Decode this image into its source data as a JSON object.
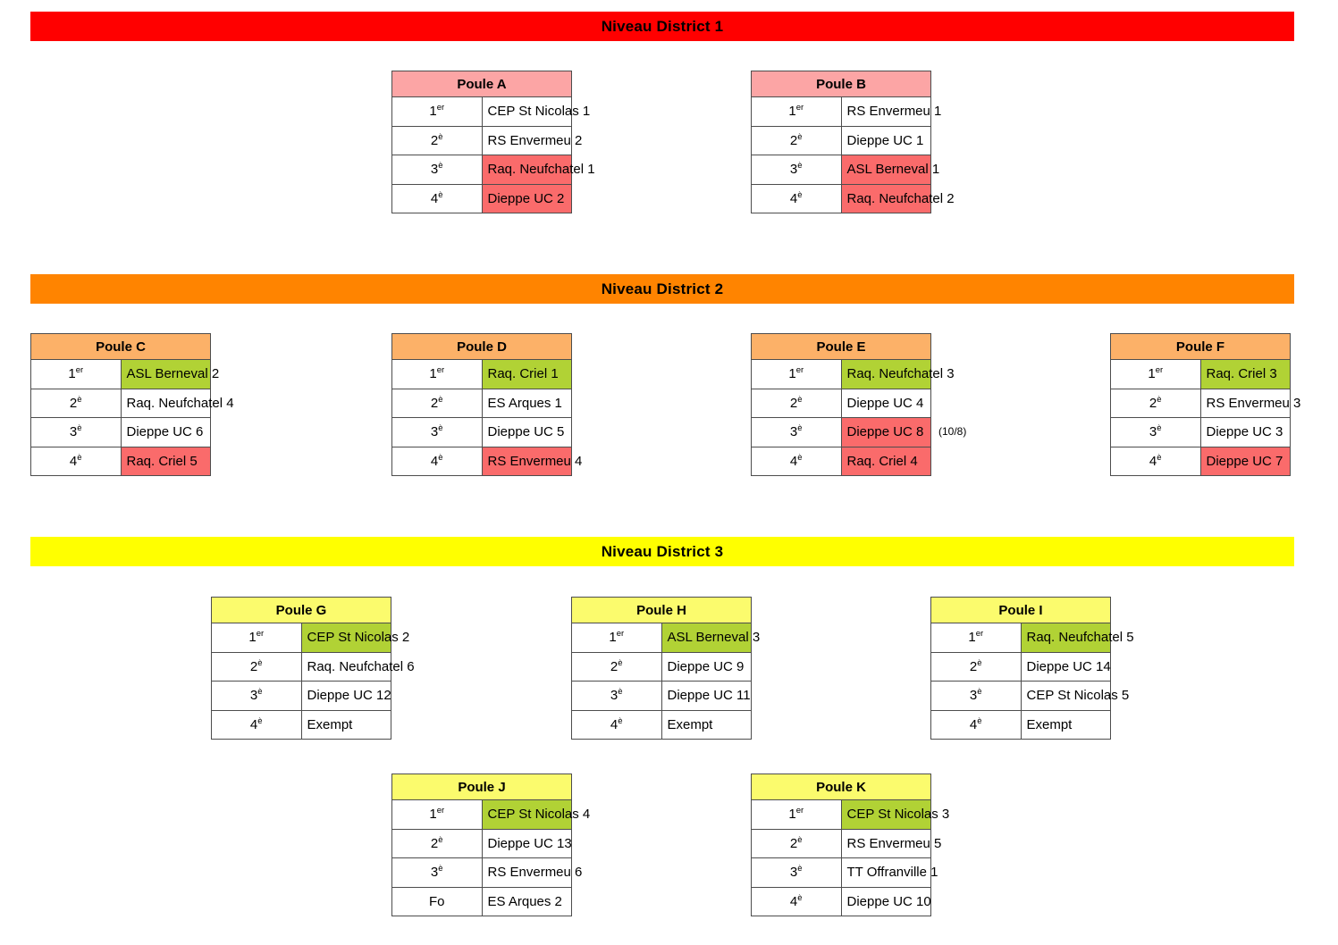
{
  "page": {
    "title": "Classements des poules - Districts 1 / 2 / 3"
  },
  "levels": [
    {
      "id": "district-1",
      "label": "Niveau District 1",
      "color": "#FF0000",
      "header_fill": "#FCA5A5"
    },
    {
      "id": "district-2",
      "label": "Niveau District 2",
      "color": "#FF8400",
      "header_fill": "#FCB168"
    },
    {
      "id": "district-3",
      "label": "Niveau District 3",
      "color": "#FFFF00",
      "header_fill": "#FBFB6D"
    }
  ],
  "status_colors": {
    "relegation_red": "#FA6B6B",
    "promotion_green": "#B1D235",
    "neutral_white": "#FFFFFF"
  },
  "ranks": {
    "first": "1",
    "first_suffix": "er",
    "second": "2",
    "second_suffix": "è",
    "third": "3",
    "third_suffix": "è",
    "fourth": "4",
    "fourth_suffix": "è",
    "forfeit": "Fo"
  },
  "pools": [
    {
      "id": "poule-a",
      "name": "Poule A",
      "level": "district-1",
      "rows": [
        {
          "rank": "1",
          "sup": "er",
          "team": "CEP St Nicolas 1",
          "fill": "white"
        },
        {
          "rank": "2",
          "sup": "è",
          "team": "RS Envermeu 2",
          "fill": "white"
        },
        {
          "rank": "3",
          "sup": "è",
          "team": "Raq. Neufchatel 1",
          "fill": "red"
        },
        {
          "rank": "4",
          "sup": "è",
          "team": "Dieppe UC 2",
          "fill": "red"
        }
      ]
    },
    {
      "id": "poule-b",
      "name": "Poule B",
      "level": "district-1",
      "rows": [
        {
          "rank": "1",
          "sup": "er",
          "team": "RS Envermeu 1",
          "fill": "white"
        },
        {
          "rank": "2",
          "sup": "è",
          "team": "Dieppe UC 1",
          "fill": "white"
        },
        {
          "rank": "3",
          "sup": "è",
          "team": "ASL Berneval 1",
          "fill": "red"
        },
        {
          "rank": "4",
          "sup": "è",
          "team": "Raq. Neufchatel 2",
          "fill": "red"
        }
      ]
    },
    {
      "id": "poule-c",
      "name": "Poule C",
      "level": "district-2",
      "rows": [
        {
          "rank": "1",
          "sup": "er",
          "team": "ASL Berneval 2",
          "fill": "green"
        },
        {
          "rank": "2",
          "sup": "è",
          "team": "Raq. Neufchatel 4",
          "fill": "white"
        },
        {
          "rank": "3",
          "sup": "è",
          "team": "Dieppe UC 6",
          "fill": "white"
        },
        {
          "rank": "4",
          "sup": "è",
          "team": "Raq. Criel 5",
          "fill": "red"
        }
      ]
    },
    {
      "id": "poule-d",
      "name": "Poule D",
      "level": "district-2",
      "rows": [
        {
          "rank": "1",
          "sup": "er",
          "team": "Raq. Criel 1",
          "fill": "green"
        },
        {
          "rank": "2",
          "sup": "è",
          "team": "ES Arques 1",
          "fill": "white"
        },
        {
          "rank": "3",
          "sup": "è",
          "team": "Dieppe UC 5",
          "fill": "white"
        },
        {
          "rank": "4",
          "sup": "è",
          "team": "RS Envermeu 4",
          "fill": "red"
        }
      ]
    },
    {
      "id": "poule-e",
      "name": "Poule E",
      "level": "district-2",
      "note": "(10/8)",
      "rows": [
        {
          "rank": "1",
          "sup": "er",
          "team": "Raq. Neufchatel 3",
          "fill": "green"
        },
        {
          "rank": "2",
          "sup": "è",
          "team": "Dieppe UC 4",
          "fill": "white"
        },
        {
          "rank": "3",
          "sup": "è",
          "team": "Dieppe UC 8",
          "fill": "red"
        },
        {
          "rank": "4",
          "sup": "è",
          "team": "Raq. Criel 4",
          "fill": "red"
        }
      ]
    },
    {
      "id": "poule-f",
      "name": "Poule F",
      "level": "district-2",
      "rows": [
        {
          "rank": "1",
          "sup": "er",
          "team": "Raq. Criel 3",
          "fill": "green"
        },
        {
          "rank": "2",
          "sup": "è",
          "team": "RS Envermeu 3",
          "fill": "white"
        },
        {
          "rank": "3",
          "sup": "è",
          "team": "Dieppe UC 3",
          "fill": "white"
        },
        {
          "rank": "4",
          "sup": "è",
          "team": "Dieppe UC 7",
          "fill": "red"
        }
      ]
    },
    {
      "id": "poule-g",
      "name": "Poule G",
      "level": "district-3",
      "rows": [
        {
          "rank": "1",
          "sup": "er",
          "team": "CEP St Nicolas 2",
          "fill": "green"
        },
        {
          "rank": "2",
          "sup": "è",
          "team": "Raq. Neufchatel 6",
          "fill": "white"
        },
        {
          "rank": "3",
          "sup": "è",
          "team": "Dieppe UC 12",
          "fill": "white"
        },
        {
          "rank": "4",
          "sup": "è",
          "team": "Exempt",
          "fill": "white"
        }
      ]
    },
    {
      "id": "poule-h",
      "name": "Poule H",
      "level": "district-3",
      "rows": [
        {
          "rank": "1",
          "sup": "er",
          "team": "ASL Berneval 3",
          "fill": "green"
        },
        {
          "rank": "2",
          "sup": "è",
          "team": "Dieppe UC 9",
          "fill": "white"
        },
        {
          "rank": "3",
          "sup": "è",
          "team": "Dieppe UC 11",
          "fill": "white"
        },
        {
          "rank": "4",
          "sup": "è",
          "team": "Exempt",
          "fill": "white"
        }
      ]
    },
    {
      "id": "poule-i",
      "name": "Poule I",
      "level": "district-3",
      "rows": [
        {
          "rank": "1",
          "sup": "er",
          "team": "Raq. Neufchatel 5",
          "fill": "green"
        },
        {
          "rank": "2",
          "sup": "è",
          "team": "Dieppe UC 14",
          "fill": "white"
        },
        {
          "rank": "3",
          "sup": "è",
          "team": "CEP St Nicolas 5",
          "fill": "white"
        },
        {
          "rank": "4",
          "sup": "è",
          "team": "Exempt",
          "fill": "white"
        }
      ]
    },
    {
      "id": "poule-j",
      "name": "Poule J",
      "level": "district-3",
      "rows": [
        {
          "rank": "1",
          "sup": "er",
          "team": "CEP St Nicolas 4",
          "fill": "green"
        },
        {
          "rank": "2",
          "sup": "è",
          "team": "Dieppe UC 13",
          "fill": "white"
        },
        {
          "rank": "3",
          "sup": "è",
          "team": "RS Envermeu 6",
          "fill": "white"
        },
        {
          "rank": "Fo",
          "sup": "",
          "team": "ES Arques 2",
          "fill": "white"
        }
      ]
    },
    {
      "id": "poule-k",
      "name": "Poule K",
      "level": "district-3",
      "rows": [
        {
          "rank": "1",
          "sup": "er",
          "team": "CEP St Nicolas 3",
          "fill": "green"
        },
        {
          "rank": "2",
          "sup": "è",
          "team": "RS Envermeu 5",
          "fill": "white"
        },
        {
          "rank": "3",
          "sup": "è",
          "team": "TT Offranville 1",
          "fill": "white"
        },
        {
          "rank": "4",
          "sup": "è",
          "team": "Dieppe UC 10",
          "fill": "white"
        }
      ]
    }
  ]
}
